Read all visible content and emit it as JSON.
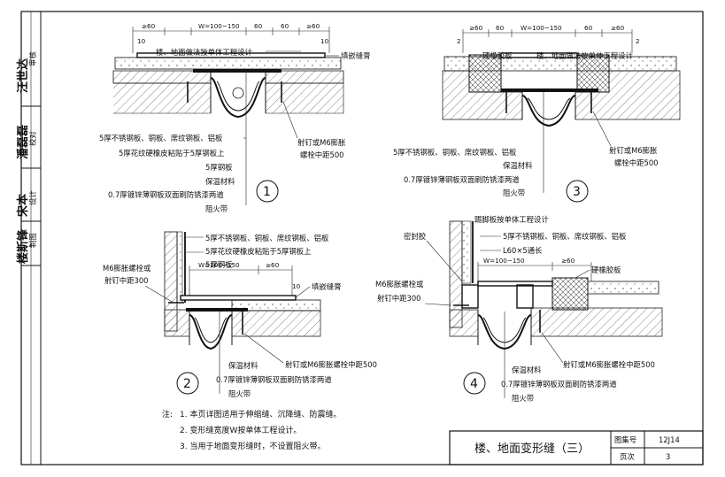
{
  "title_block": {
    "drawing_title": "楼、地面变形缝（三）",
    "atlas_no_label": "图集号",
    "atlas_no_value": "12J14",
    "page_label": "页次",
    "page_value": "3"
  },
  "signature_block": {
    "review_label": "审核",
    "check_label": "校对",
    "design_label": "设计",
    "drafting_label": "制图",
    "review_sign": "汪世达",
    "check_sign": "潘磊磊",
    "design_sign": "宋本",
    "drafting_sign": "楼斯锋"
  },
  "notes": {
    "prefix": "注:",
    "items": [
      "1. 本页详图适用于伸缩缝、沉降缝、防震缝。",
      "2. 变形缝宽度W按单体工程设计。",
      "3. 当用于地面变形缝时，不设置阻火带。"
    ]
  },
  "detail1": {
    "number": "1",
    "dim_60a": "≥60",
    "dim_w": "W=100~150",
    "dim_60b": "60",
    "dim_60c": "60",
    "dim_60d": "≥60",
    "dim_10a": "10",
    "dim_10b": "10",
    "floor_note": "楼、地面做法按单体工程设计",
    "sealant": "填嵌缝膏",
    "plate": "5厚不锈钢板、铜板、席纹钢板、铝板",
    "rubber": "5厚花纹硬橡皮粘贴于5厚钢板上",
    "steel": "5厚钢板",
    "insulation": "保温材料",
    "galv": "0.7厚镀锌薄钢板双面刷防锈漆两道",
    "firestop": "阻火带",
    "anchor": "射钉或M6膨胀",
    "anchor2": "螺栓中距500"
  },
  "detail2": {
    "number": "2",
    "dim_w": "W=100~150",
    "dim_60": "≥60",
    "dim_10": "10",
    "plate": "5厚不锈钢板、铜板、席纹钢板、铝板",
    "rubber": "5厚花纹硬橡皮粘贴于5厚钢板上",
    "steel": "5厚钢板",
    "bolt": "M6膨胀螺栓或",
    "bolt2": "射钉中距300",
    "sealant": "填嵌缝膏",
    "insulation": "保温材料",
    "anchor": "射钉或M6膨胀螺栓中距500",
    "galv": "0.7厚镀锌薄钢板双面刷防锈漆两道",
    "firestop": "阻火带"
  },
  "detail3": {
    "number": "3",
    "dim_60a": "≥60",
    "dim_60b": "60",
    "dim_w": "W=100~150",
    "dim_60c": "60",
    "dim_60d": "≥60",
    "dim_2a": "2",
    "dim_2b": "2",
    "rubber_board": "硬橡胶板",
    "floor_note": "楼、地面做法按单体工程设计",
    "plate": "5厚不锈钢板、铜板、席纹钢板、铝板",
    "insulation": "保温材料",
    "galv": "0.7厚镀锌薄钢板双面刷防锈漆两道",
    "firestop": "阻火带",
    "anchor": "射钉或M6膨胀",
    "anchor2": "螺栓中距500"
  },
  "detail4": {
    "number": "4",
    "skirting": "踢脚板按单体工程设计",
    "sealant": "密封胶",
    "plate": "5厚不锈钢板、铜板、席纹钢板、铝板",
    "angle": "L60×5通长",
    "dim_w": "W=100~150",
    "dim_60": "≥60",
    "rubber_board": "硬橡胶板",
    "bolt": "M6膨胀螺栓或",
    "bolt2": "射钉中距300",
    "insulation": "保温材料",
    "anchor": "射钉或M6膨胀螺栓中距500",
    "galv": "0.7厚镀锌薄钢板双面刷防锈漆两道",
    "firestop": "阻火带"
  }
}
